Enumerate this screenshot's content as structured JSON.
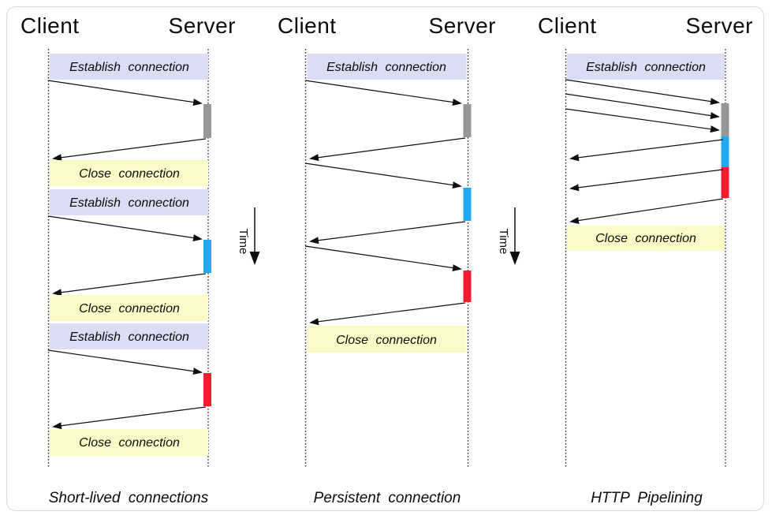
{
  "labels": {
    "client": "Client",
    "server": "Server",
    "establish": "Establish connection",
    "close": "Close connection",
    "time": "Time"
  },
  "panels": [
    {
      "title": "Short-lived connections"
    },
    {
      "title": "Persistent connection"
    },
    {
      "title": "HTTP Pipelining"
    }
  ],
  "colors": {
    "establish_bg": "#dcdcf5",
    "close_bg": "#fbfbc8",
    "bar_gray": "#979797",
    "bar_blue": "#21a9f1",
    "bar_red": "#f31b2e",
    "card_border": "#d9d8e2"
  }
}
